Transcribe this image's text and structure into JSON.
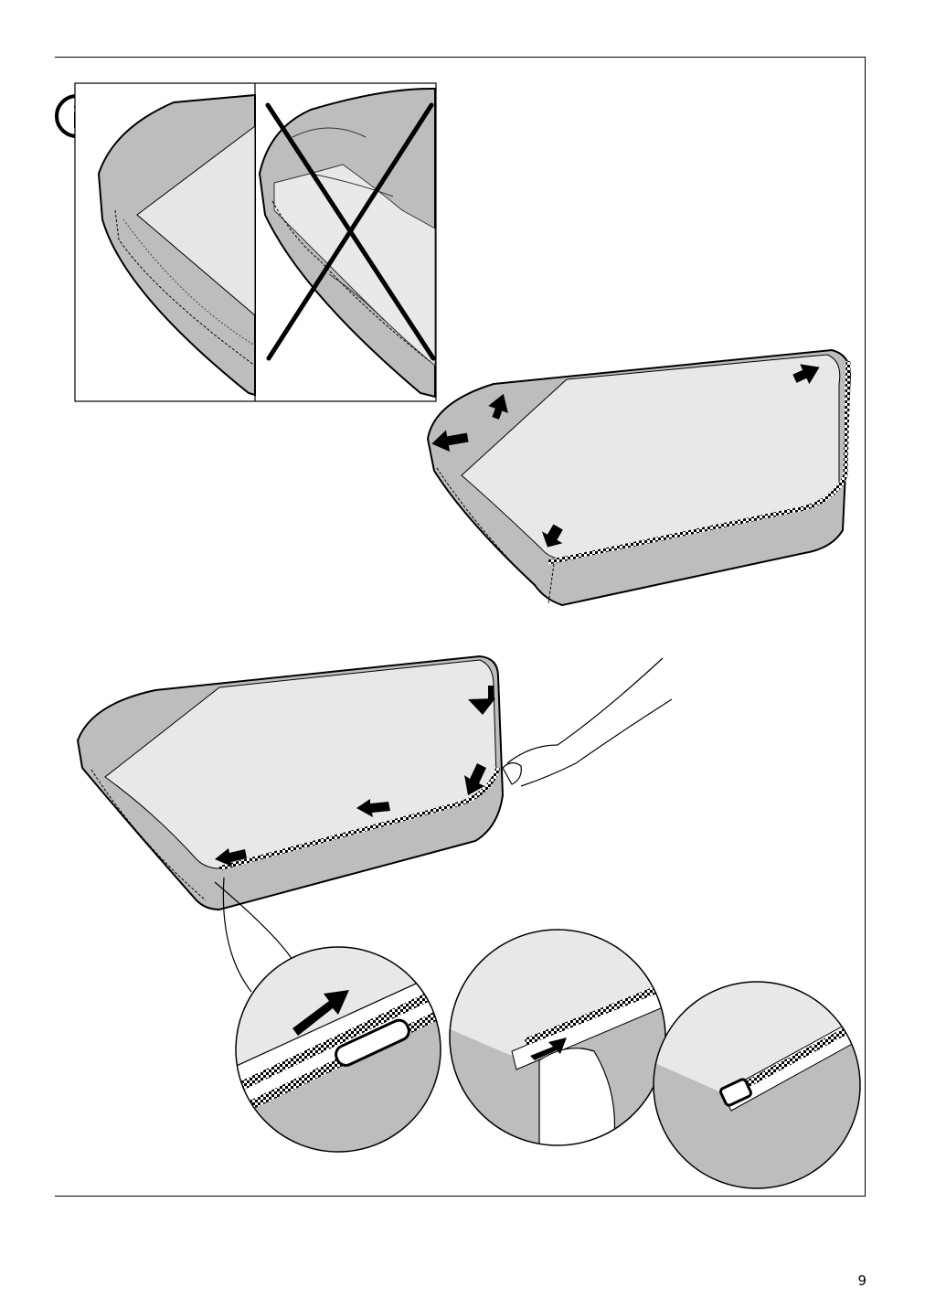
{
  "page": {
    "number": "9"
  },
  "info_icon": "info-icon",
  "arrows": [
    "arrow-icon"
  ],
  "steps": [
    {
      "name": "correct-vs-incorrect-comparison"
    },
    {
      "name": "cover-corners-alignment"
    },
    {
      "name": "zipper-closing"
    },
    {
      "name": "zipper-detail-closeups"
    }
  ]
}
